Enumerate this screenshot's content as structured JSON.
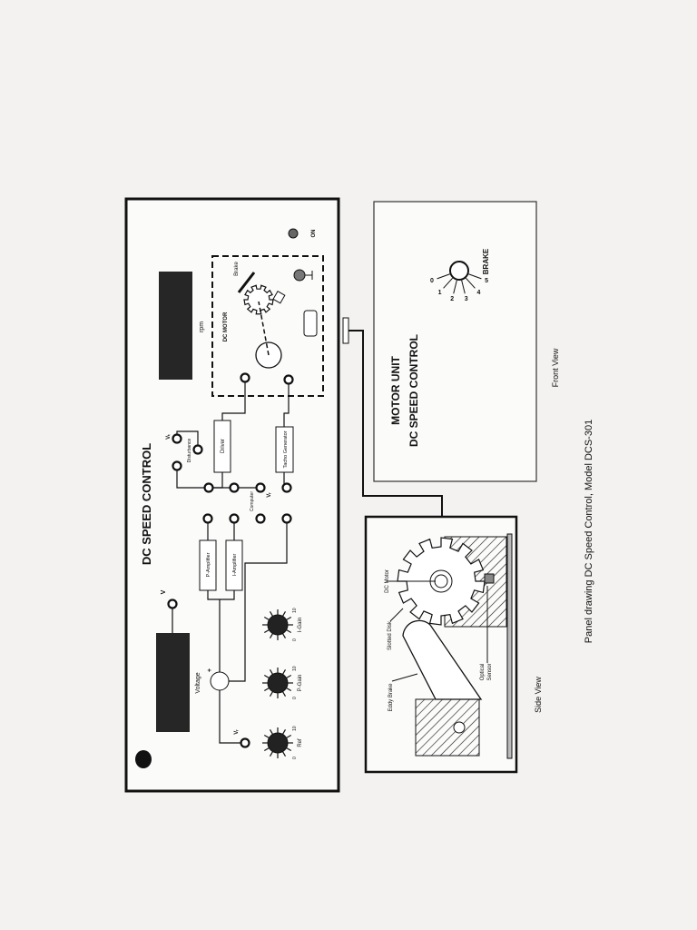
{
  "panel": {
    "title": "DC SPEED CONTROL",
    "rpm_label": "rpm",
    "voltage_label": "Voltage",
    "v_terminal": "V",
    "dc_motor_label": "DC MOTOR",
    "brake_label": "Brake",
    "on_label": "ON",
    "driver_label": "Driver",
    "tacho_label": "Tacho Generator",
    "disturbance_label": "Disturbance",
    "computer_label": "Computer",
    "p_amp_label": "P-Amplifier",
    "i_amp_label": "I-Amplifier",
    "vt_label": "Vₜ",
    "vr_label": "Vᵣ",
    "knobs": [
      {
        "label": "Ref",
        "min": "0",
        "max": "10"
      },
      {
        "label": "P-Gain",
        "min": "0",
        "max": "10"
      },
      {
        "label": "I-Gain",
        "min": "0",
        "max": "10"
      }
    ],
    "plus_sign": "+"
  },
  "front_view": {
    "title_line1": "MOTOR  UNIT",
    "title_line2": "DC SPEED CONTROL",
    "brake_label": "BRAKE",
    "brake_positions": [
      "0",
      "1",
      "2",
      "3",
      "4",
      "5"
    ],
    "caption": "Front View"
  },
  "side_view": {
    "dc_motor": "DC Motor",
    "slotted_disk": "Slotted Disk",
    "eddy_brake": "Eddy Brake",
    "optical_sensor_1": "Optical",
    "optical_sensor_2": "Sensor",
    "caption": "Side View"
  },
  "caption": "Panel drawing DC Speed Control, Model DCS-301"
}
